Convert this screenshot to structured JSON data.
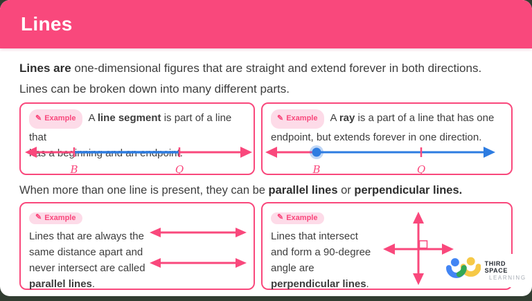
{
  "page": {
    "title": "Lines"
  },
  "intro": {
    "bold": "Lines are",
    "rest": " one-dimensional figures that are straight and extend forever in both directions.\nLines can be broken down into many different parts."
  },
  "example_label": "Example",
  "line_segment_box": {
    "pre": "A ",
    "bold": "line segment",
    "post": " is part of a line that\nhas a beginning and an endpoint.",
    "labels": {
      "b": "B",
      "q": "Q"
    }
  },
  "ray_box": {
    "pre": "A ",
    "bold": "ray",
    "post": " is a part of a line that has one\nendpoint, but extends forever in one direction.",
    "labels": {
      "b": "B",
      "q": "Q"
    }
  },
  "middle": {
    "pre": "When more than one line is present, they can be ",
    "bold1": "parallel lines",
    "mid": " or ",
    "bold2": "perpendicular lines."
  },
  "parallel_box": {
    "pre": "Lines that are always the\nsame distance apart and\nnever intersect are called\n",
    "bold": "parallel lines",
    "post": "."
  },
  "perpendicular_box": {
    "pre": "Lines that intersect\nand form a 90-degree\nangle are\n",
    "bold": "perpendicular lines",
    "post": "."
  },
  "logo": {
    "line1": "THIRD SPACE",
    "line2": "LEARNING"
  },
  "colors": {
    "pink": "#f9487c",
    "badge_bg": "#fddbe8",
    "blue": "#2d7ce1",
    "text": "#3d3d3d",
    "outer_bg": "#313d31",
    "logo_blue": "#4285f4",
    "logo_yellow": "#f6c947",
    "logo_green": "#34a853"
  }
}
